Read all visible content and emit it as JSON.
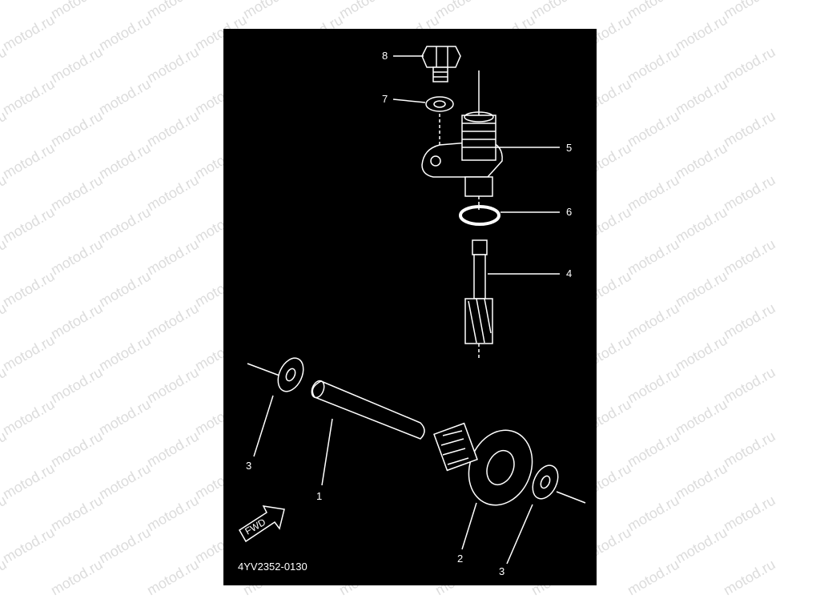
{
  "watermark": {
    "text": "motod.ru"
  },
  "diagram": {
    "code": "4YV2352-0130",
    "fwd_label": "FWD",
    "callouts": {
      "c8": "8",
      "c7": "7",
      "c5": "5",
      "c6": "6",
      "c4": "4",
      "c3a": "3",
      "c1": "1",
      "c2": "2",
      "c3b": "3"
    }
  }
}
